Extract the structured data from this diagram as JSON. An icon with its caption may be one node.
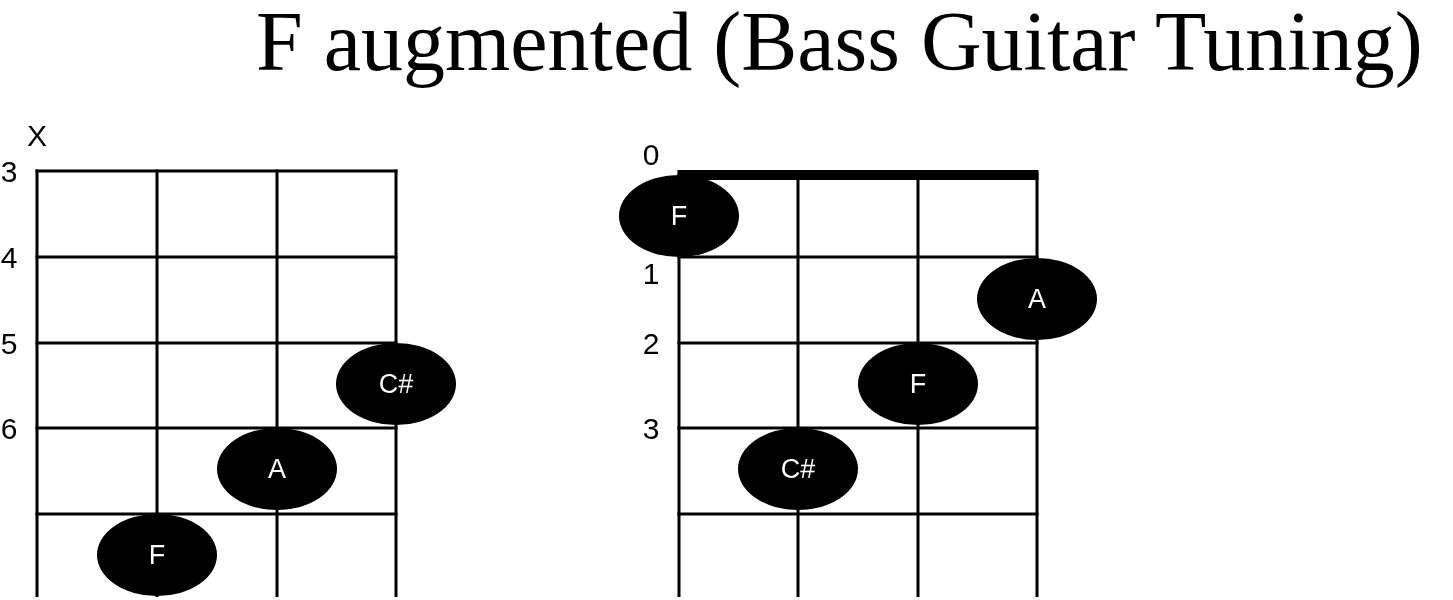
{
  "diagram": {
    "title": "F augmented (Bass Guitar Tuning)",
    "nodes": [
      {
        "text": [
          "C#"
        ]
      },
      {
        "text": [
          "A"
        ]
      },
      {
        "text": [
          "F"
        ]
      },
      {
        "text": [
          "F"
        ]
      },
      {
        "text": [
          "A"
        ]
      },
      {
        "text": [
          "F"
        ]
      },
      {
        "text": [
          "C#"
        ]
      }
    ],
    "labels": [
      "X",
      "3",
      "4",
      "5",
      "6",
      "0",
      "1",
      "2",
      "3"
    ]
  }
}
